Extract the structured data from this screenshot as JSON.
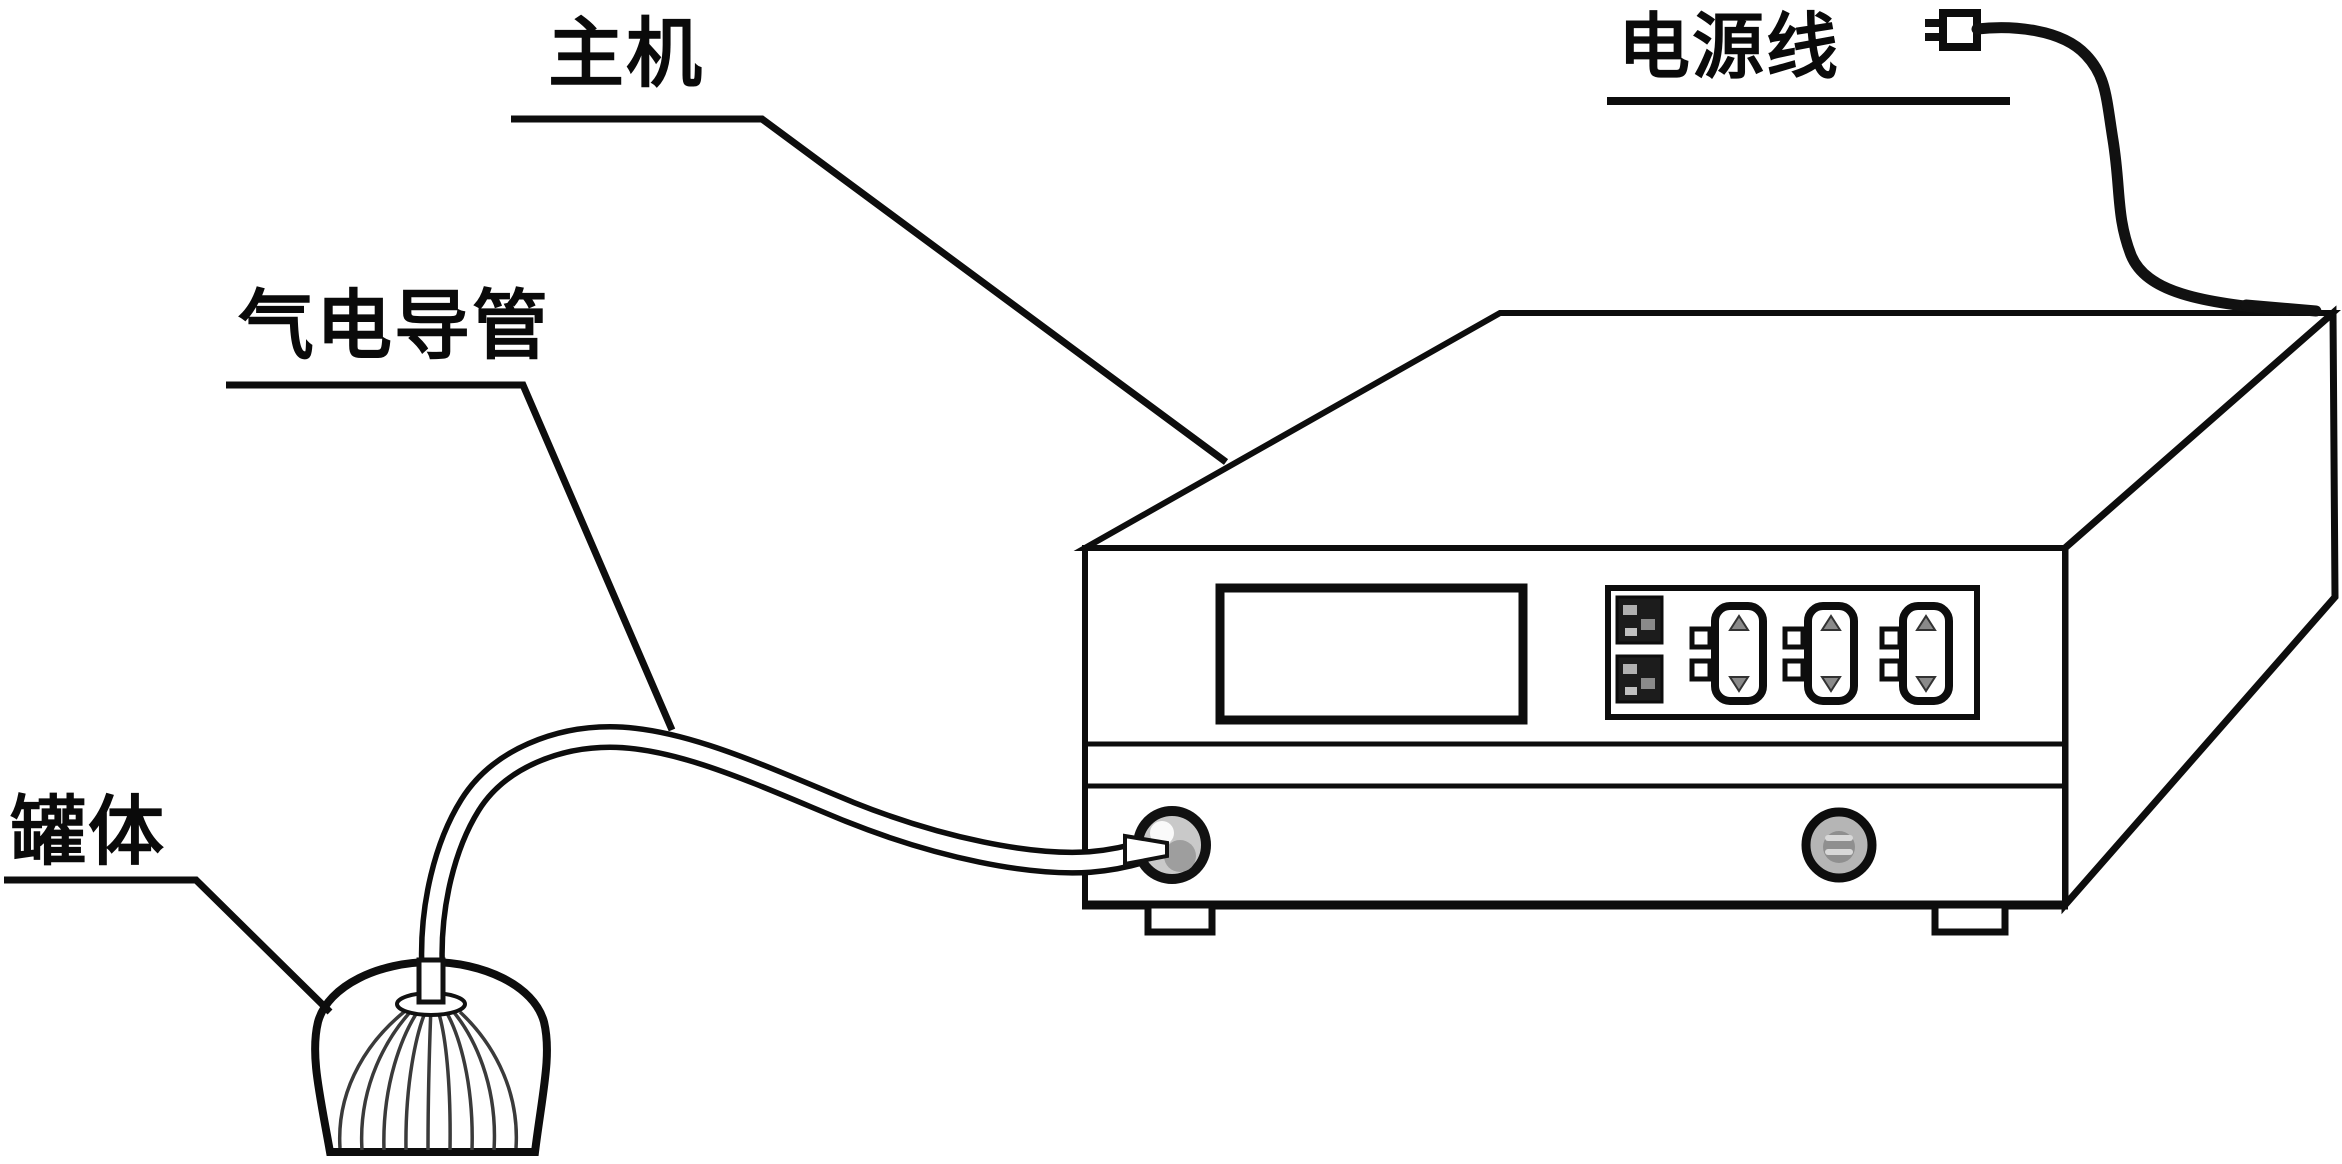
{
  "diagram": {
    "type": "patent-style line drawing of a medical/therapy apparatus",
    "labels": {
      "main_unit": "主机",
      "power_cord": "电源线",
      "gas_electric_catheter": "气电导管",
      "tank_body": "罐体"
    },
    "colors": {
      "background": "#ffffff",
      "line": "#0d0d0d",
      "shade_grey": "#b5b5b5",
      "light_grey": "#d8d8d8"
    }
  }
}
